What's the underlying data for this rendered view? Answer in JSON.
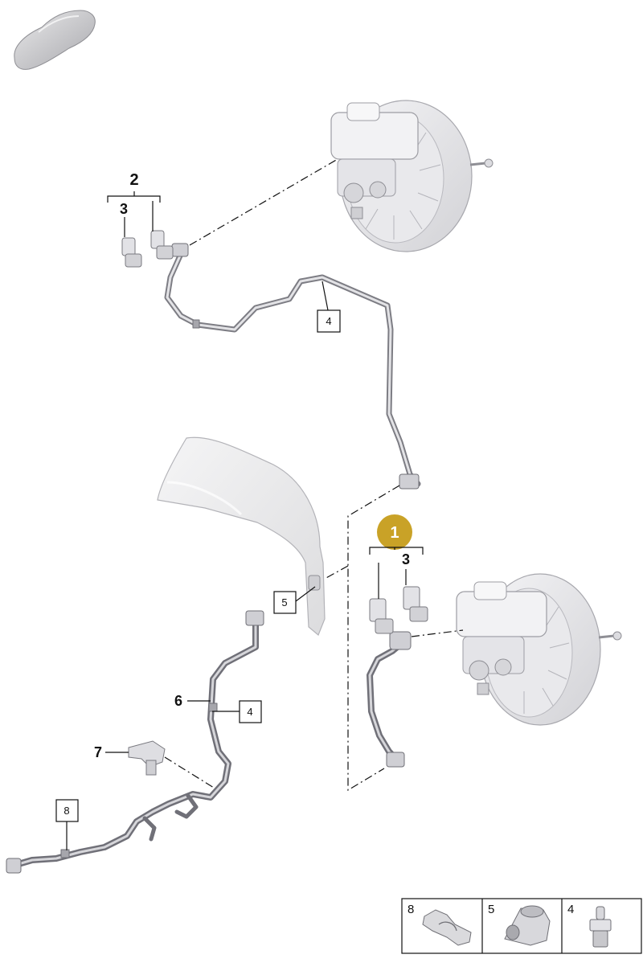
{
  "diagram": {
    "colors": {
      "badge": "#c9a227",
      "line": "#111111",
      "part_fill": "#e6e6e8",
      "part_stroke": "#9a9aa0",
      "pipe": "#8e8e95"
    },
    "callouts": {
      "group_2": "2",
      "part_3_upper": "3",
      "part_4_upper": "4",
      "part_5": "5",
      "part_6": "6",
      "part_4_lower": "4",
      "part_7": "7",
      "part_8": "8",
      "group_1": "1",
      "part_3_lower": "3"
    },
    "legend": {
      "items": [
        {
          "label": "8",
          "icon": "clip-icon"
        },
        {
          "label": "5",
          "icon": "grommet-icon"
        },
        {
          "label": "4",
          "icon": "holder-icon"
        }
      ]
    }
  }
}
